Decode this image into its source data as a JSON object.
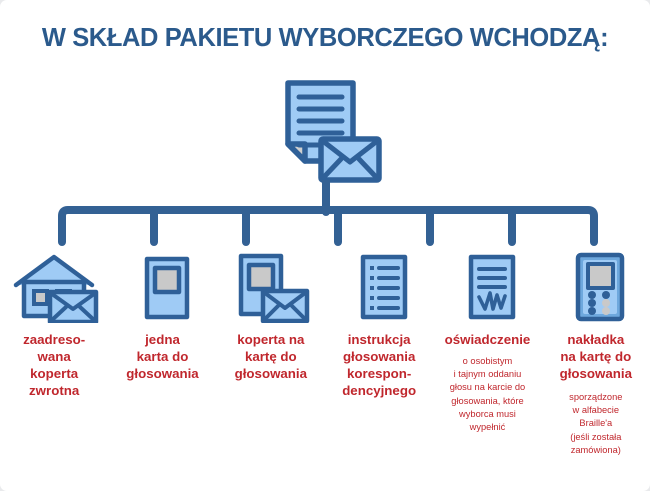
{
  "page": {
    "title": "W SKŁAD PAKIETU WYBORCZEGO WCHODZĄ:",
    "background": "#ffffff",
    "outer_background": "#e9eaec"
  },
  "colors": {
    "title_blue": "#2b5a8c",
    "icon_outline": "#2f6098",
    "icon_fill": "#9fcbf5",
    "icon_fill_dark": "#6ea8dd",
    "icon_gray": "#c9c9c9",
    "label_red": "#c0272d",
    "connector": "#336194"
  },
  "top_icon": {
    "name": "document-with-envelope-icon",
    "description": "Pakiet wyborczy"
  },
  "items": [
    {
      "icon": "house-with-envelope-icon",
      "label": "zaadreso-\nwana\nkoperta\nzwrotna",
      "sub": ""
    },
    {
      "icon": "ballot-card-icon",
      "label": "jedna\nkarta do\ngłosowania",
      "sub": ""
    },
    {
      "icon": "ballot-card-with-envelope-icon",
      "label": "koperta na\nkartę do\ngłosowania",
      "sub": ""
    },
    {
      "icon": "instruction-list-document-icon",
      "label": "instrukcja\ngłosowania\nkorespon-\ndencyjnego",
      "sub": ""
    },
    {
      "icon": "signed-declaration-icon",
      "label": "oświadczenie",
      "sub": "o osobistym\ni tajnym oddaniu\ngłosu na karcie do\ngłosowania, które\nwyborca musi\nwypełnić"
    },
    {
      "icon": "braille-overlay-icon",
      "label": "nakładka\nna kartę do\ngłosowania",
      "sub": "sporządzone\nw alfabecie\nBraille'a\n(jeśli została\nzamówiona)"
    }
  ]
}
